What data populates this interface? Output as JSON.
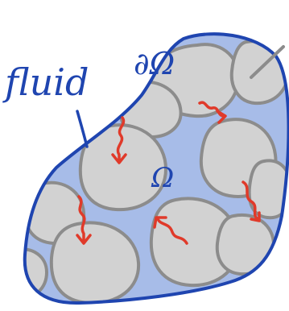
{
  "labels": {
    "fluid": "fluid",
    "boundary": "∂Ω",
    "domain": "Ω"
  },
  "colors": {
    "fluid_fill": "#a7bce8",
    "boundary_stroke": "#1f45b0",
    "grain_fill": "#d2d2d2",
    "grain_stroke": "#8c8c8c",
    "arrow": "#e03a2a",
    "ink": "#1f45b0"
  },
  "icons": {
    "arrow": "squiggly-arrow-icon"
  }
}
